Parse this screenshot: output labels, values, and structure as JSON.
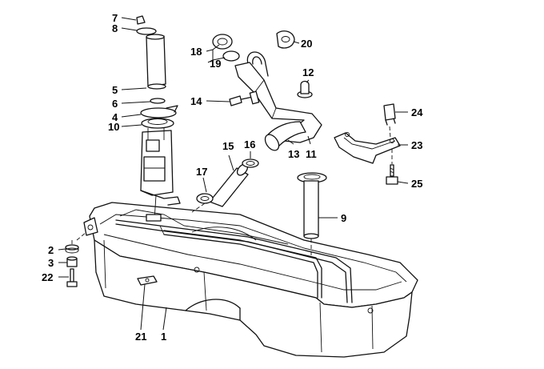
{
  "diagram": {
    "labels": {
      "p1": "1",
      "p2": "2",
      "p3": "3",
      "p4": "4",
      "p5": "5",
      "p6": "6",
      "p7": "7",
      "p8": "8",
      "p9": "9",
      "p10": "10",
      "p11": "11",
      "p12": "12",
      "p13": "13",
      "p14": "14",
      "p15": "15",
      "p16": "16",
      "p17": "17",
      "p18": "18",
      "p19": "19",
      "p20": "20",
      "p21": "21",
      "p22": "22",
      "p23": "23",
      "p24": "24",
      "p25": "25"
    }
  }
}
